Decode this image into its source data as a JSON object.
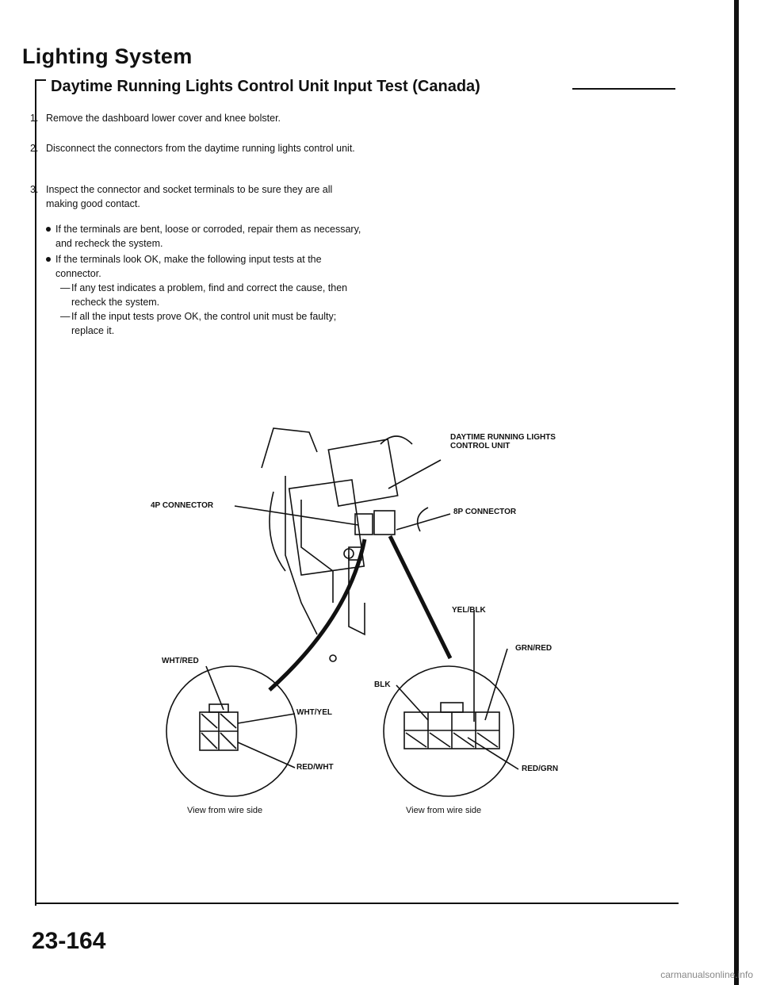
{
  "header": {
    "title": "Lighting System",
    "subtitle": "Daytime Running Lights Control Unit Input Test (Canada)"
  },
  "steps": [
    {
      "num": "1.",
      "text": "Remove the dashboard lower cover and knee bolster."
    },
    {
      "num": "2.",
      "text": "Disconnect the connectors from the daytime running lights control unit."
    },
    {
      "num": "3.",
      "text": "Inspect the connector and socket terminals to be sure they are all making good contact."
    }
  ],
  "bullets": [
    "If the terminals are bent, loose or corroded, repair them as necessary, and recheck the system.",
    "If the terminals look OK, make the following input tests at the connector."
  ],
  "subbullets": [
    "If any test indicates a problem, find and correct the cause, then recheck the system.",
    "If all the input tests prove OK, the control unit must be faulty; replace it."
  ],
  "diagram": {
    "unit_label_line1": "DAYTIME RUNNING LIGHTS",
    "unit_label_line2": "CONTROL UNIT",
    "connector_4p": "4P CONNECTOR",
    "connector_8p": "8P CONNECTOR",
    "wire_wht_red": "WHT/RED",
    "wire_wht_yel": "WHT/YEL",
    "wire_red_wht": "RED/WHT",
    "wire_yel_blk": "YEL/BLK",
    "wire_grn_red": "GRN/RED",
    "wire_blk": "BLK",
    "wire_red_grn": "RED/GRN",
    "caption_left": "View from wire side",
    "caption_right": "View from wire side"
  },
  "footer": {
    "page_number": "23-164",
    "watermark": "carmanualsonline.info"
  }
}
